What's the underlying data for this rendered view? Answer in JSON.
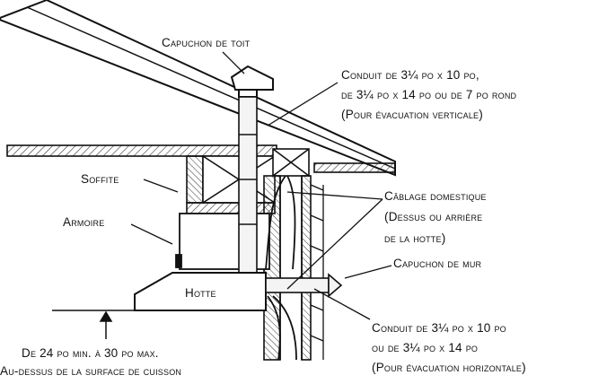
{
  "labels": {
    "roof_cap": "Capuchon de toit",
    "vertical_duct_1": "Conduit de 3¼ po x 10 po,",
    "vertical_duct_2": "de 3¼ po x 14 po ou de 7 po rond",
    "vertical_duct_3": "(Pour évacuation verticale)",
    "soffit": "Soffite",
    "cabinet": "Armoire",
    "wiring_1": "Câblage domestique",
    "wiring_2": "(Dessus ou arrière",
    "wiring_3": "de la hotte)",
    "wall_cap": "Capuchon de mur",
    "hood": "Hotte",
    "horizontal_duct_1": "Conduit de 3¼ po x 10 po",
    "horizontal_duct_2": "ou de 3¼ po x 14 po",
    "horizontal_duct_3": "(Pour évacuation horizontale)",
    "clearance_1": "De 24 po min. à 30 po max.",
    "clearance_2": "Au-dessus de la surface de cuisson"
  },
  "colors": {
    "line": "#111111",
    "hatch": "#333333",
    "background": "#ffffff",
    "duct": "#f4f4f4"
  }
}
